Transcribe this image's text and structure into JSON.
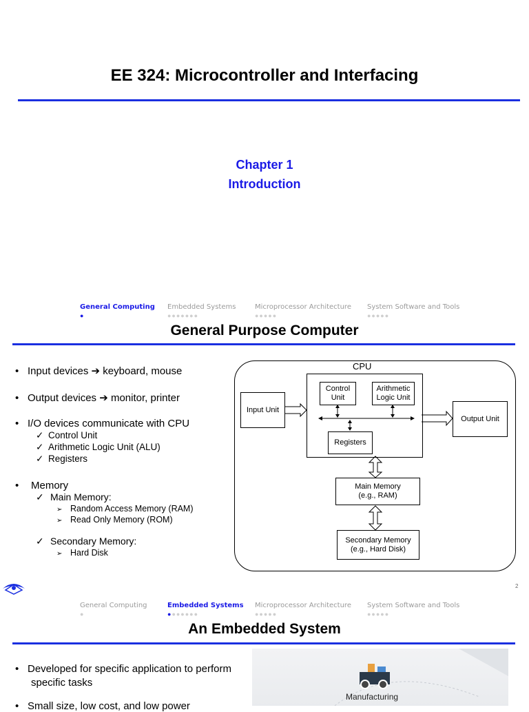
{
  "slide1": {
    "title": "EE 324: Microcontroller and Interfacing",
    "chapter": "Chapter 1",
    "subtitle": "Introduction"
  },
  "nav": {
    "items": [
      "General Computing",
      "Embedded Systems",
      "Microprocessor Architecture",
      "System Software and Tools"
    ]
  },
  "slide2": {
    "title": "General Purpose Computer",
    "bullets": {
      "input": "Input devices ➔ keyboard, mouse",
      "output": "Output devices ➔ monitor, printer",
      "io": "I/O devices communicate with CPU",
      "io_sub": [
        "Control Unit",
        "Arithmetic Logic Unit (ALU)",
        "Registers"
      ],
      "memory": "Memory",
      "main_memory": "Main Memory:",
      "main_sub": [
        "Random Access Memory (RAM)",
        "Read Only Memory (ROM)"
      ],
      "secondary_memory": "Secondary Memory:",
      "secondary_sub": [
        "Hard Disk"
      ]
    },
    "diagram": {
      "cpu_label": "CPU",
      "input_unit": "Input Unit",
      "control_unit": "Control Unit",
      "alu": "Arithmetic Logic Unit",
      "registers": "Registers",
      "output_unit": "Output Unit",
      "main_memory": "Main Memory (e.g., RAM)",
      "secondary_memory": "Secondary Memory (e.g., Hard Disk)"
    },
    "page_number": "2"
  },
  "slide3": {
    "title": "An Embedded System",
    "bullet1_line1": "Developed for specific application to perform",
    "bullet1_line2": "specific tasks",
    "bullet2": "Small size, low cost, and low power",
    "image_label": "Manufacturing"
  },
  "colors": {
    "accent": "#1a2fe0",
    "chapter": "#1a1ae6"
  }
}
